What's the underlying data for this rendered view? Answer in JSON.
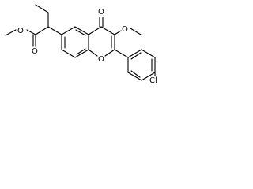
{
  "atoms": {
    "o_ester_carbonyl": "O",
    "o_ester_ether": "O",
    "o_ketone": "O",
    "o_methoxy": "O",
    "o_ring": "O",
    "cl": "Cl"
  },
  "colors": {
    "ink": "#000000",
    "background": "#ffffff"
  }
}
